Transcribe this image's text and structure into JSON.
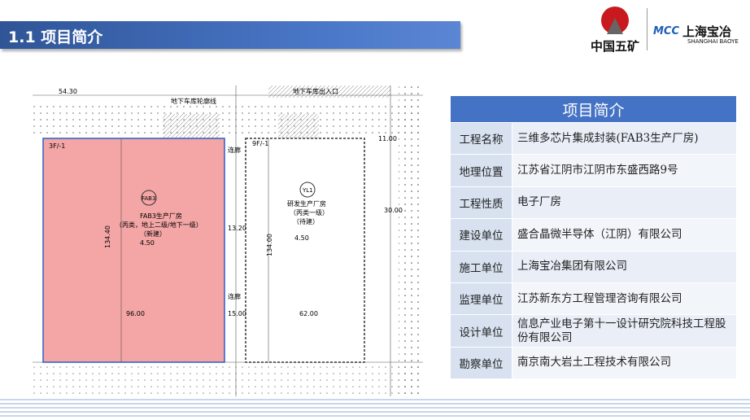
{
  "header": {
    "title": "1.1 项目简介"
  },
  "logos": {
    "cmc_name": "中国五矿",
    "mcc_mark": "MCC",
    "mcc_cn": "上海宝冶",
    "mcc_en": "SHANGHAI BAOYE"
  },
  "drawing": {
    "labels": {
      "garage_outline": "地下车库轮廓线",
      "garage_entrance": "地下车库出入口",
      "fab3_floors": "3F/-1",
      "yl1_floors": "9F/-1",
      "fab3_tag": "FAB3",
      "fab3_name": "FAB3生产厂房",
      "fab3_class": "（丙类，地上二级/地下一级）",
      "fab3_status": "（新建）",
      "yl1_tag": "YL1",
      "yl1_name": "研发生产厂房",
      "yl1_class": "（丙类一级）",
      "yl1_status": "（待建）",
      "corridor": "连廊",
      "corridor2": "连廊",
      "fab3_elev": "4.50",
      "yl1_elev": "4.50",
      "fab3_width": "96.00",
      "yl1_width": "62.00",
      "fab3_len": "134.40",
      "yl1_len": "134.00",
      "dim_top": "54.30",
      "dim_gap": "13.20",
      "dim_gap2": "15.00",
      "dim_right": "11.00",
      "dim_right2": "30.00"
    }
  },
  "table": {
    "title": "项目简介",
    "rows": [
      {
        "label": "工程名称",
        "value": "三维多芯片集成封装(FAB3生产厂房)"
      },
      {
        "label": "地理位置",
        "value": "江苏省江阴市江阴市东盛西路9号"
      },
      {
        "label": "工程性质",
        "value": "电子厂房"
      },
      {
        "label": "建设单位",
        "value": "盛合晶微半导体（江阴）有限公司"
      },
      {
        "label": "施工单位",
        "value": "上海宝冶集团有限公司"
      },
      {
        "label": "监理单位",
        "value": "江苏新东方工程管理咨询有限公司"
      },
      {
        "label": "设计单位",
        "value": "信息产业电子第十一设计研究院科技工程股份有限公司"
      },
      {
        "label": "勘察单位",
        "value": "南京南大岩土工程技术有限公司"
      }
    ]
  }
}
